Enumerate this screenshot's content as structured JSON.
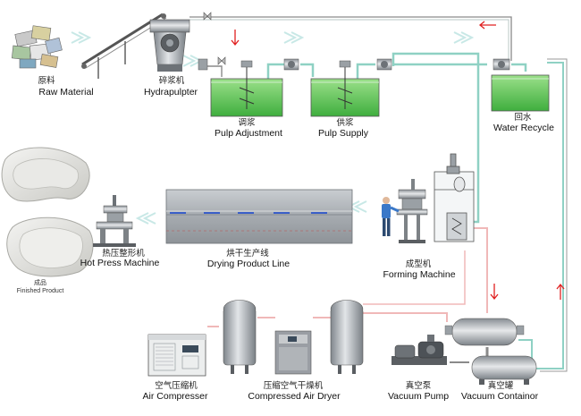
{
  "labels": {
    "raw_material": {
      "cn": "原料",
      "en": "Raw Material"
    },
    "hydrapulper": {
      "cn": "碎浆机",
      "en": "Hydrapulpter"
    },
    "pulp_adjustment": {
      "cn": "调浆",
      "en": "Pulp Adjustment"
    },
    "pulp_supply": {
      "cn": "供浆",
      "en": "Pulp Supply"
    },
    "water_recycle": {
      "cn": "回水",
      "en": "Water Recycle"
    },
    "hot_press": {
      "cn": "热压整形机",
      "en": "Hot Press Machine"
    },
    "drying_line": {
      "cn": "烘干生产线",
      "en": "Drying Product Line"
    },
    "forming_machine": {
      "cn": "成型机",
      "en": "Forming Machine"
    },
    "finished_product": {
      "cn": "成品",
      "en": "Finished Product"
    },
    "air_compressor": {
      "cn": "空气压缩机",
      "en": "Air Compresser"
    },
    "air_dryer": {
      "cn": "压缩空气干燥机",
      "en": "Compressed Air Dryer"
    },
    "vacuum_pump": {
      "cn": "真空泵",
      "en": "Vacuum Pump"
    },
    "vacuum_container": {
      "cn": "真空罐",
      "en": "Vacuum Containor"
    }
  },
  "colors": {
    "pipe_green": "#8fd1c4",
    "pipe_pink": "#f0b8b8",
    "pipe_grey": "#8a8a8a",
    "tank_green": "#5cc85a",
    "arrow_red": "#e02020",
    "arrow_ghost": "#c8e8e6",
    "metal": "#b8bcc0",
    "metal_dark": "#7d8286",
    "dryer_body": "#9a9ea4"
  }
}
